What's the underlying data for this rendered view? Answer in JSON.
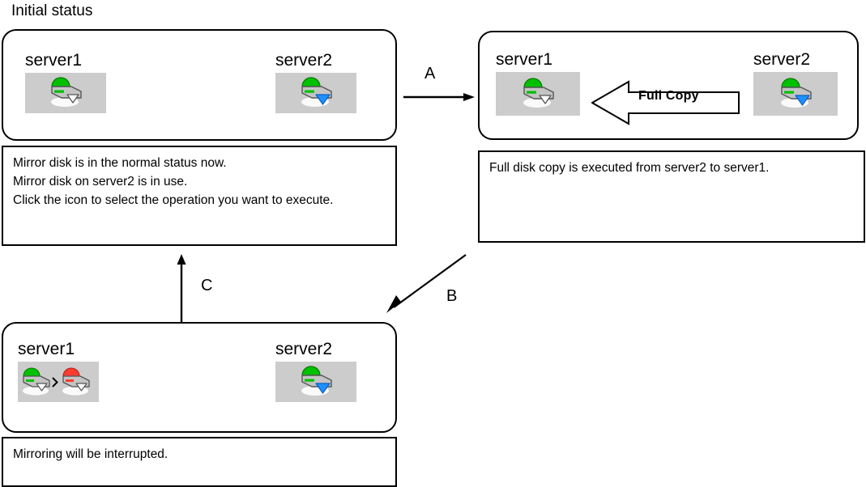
{
  "title": "Initial status",
  "panels": {
    "initial": {
      "nodes": [
        {
          "label": "server1",
          "icon": "mirror-disk-normal-icon"
        },
        {
          "label": "server2",
          "icon": "mirror-disk-in-use-icon"
        }
      ],
      "description_lines": [
        "Mirror disk is in the normal status now.",
        "Mirror disk on server2 is in use.",
        "Click the icon to select the operation you want to execute."
      ]
    },
    "full_copy": {
      "nodes": [
        {
          "label": "server1",
          "icon": "mirror-disk-normal-icon"
        },
        {
          "label": "server2",
          "icon": "mirror-disk-in-use-icon"
        }
      ],
      "arrow_label": "Full Copy",
      "description_lines": [
        "Full disk copy is executed from server2 to server1."
      ]
    },
    "interrupted": {
      "nodes": [
        {
          "label": "server1",
          "icon": "mirror-disk-error-pair-icon"
        },
        {
          "label": "server2",
          "icon": "mirror-disk-in-use-icon"
        }
      ],
      "description_lines": [
        "Mirroring will be interrupted."
      ]
    }
  },
  "connectors": [
    {
      "id": "A",
      "label": "A",
      "direction": "right"
    },
    {
      "id": "B",
      "label": "B",
      "direction": "down-left"
    },
    {
      "id": "C",
      "label": "C",
      "direction": "up"
    }
  ],
  "colors": {
    "stroke": "#000000",
    "icon_tile_background": "#cccccc",
    "status_normal": "#00c000",
    "status_error": "#ff3b30",
    "status_in_use": "#1e90ff",
    "disk_body": "#b8b8b8",
    "disk_outline": "#555555"
  }
}
